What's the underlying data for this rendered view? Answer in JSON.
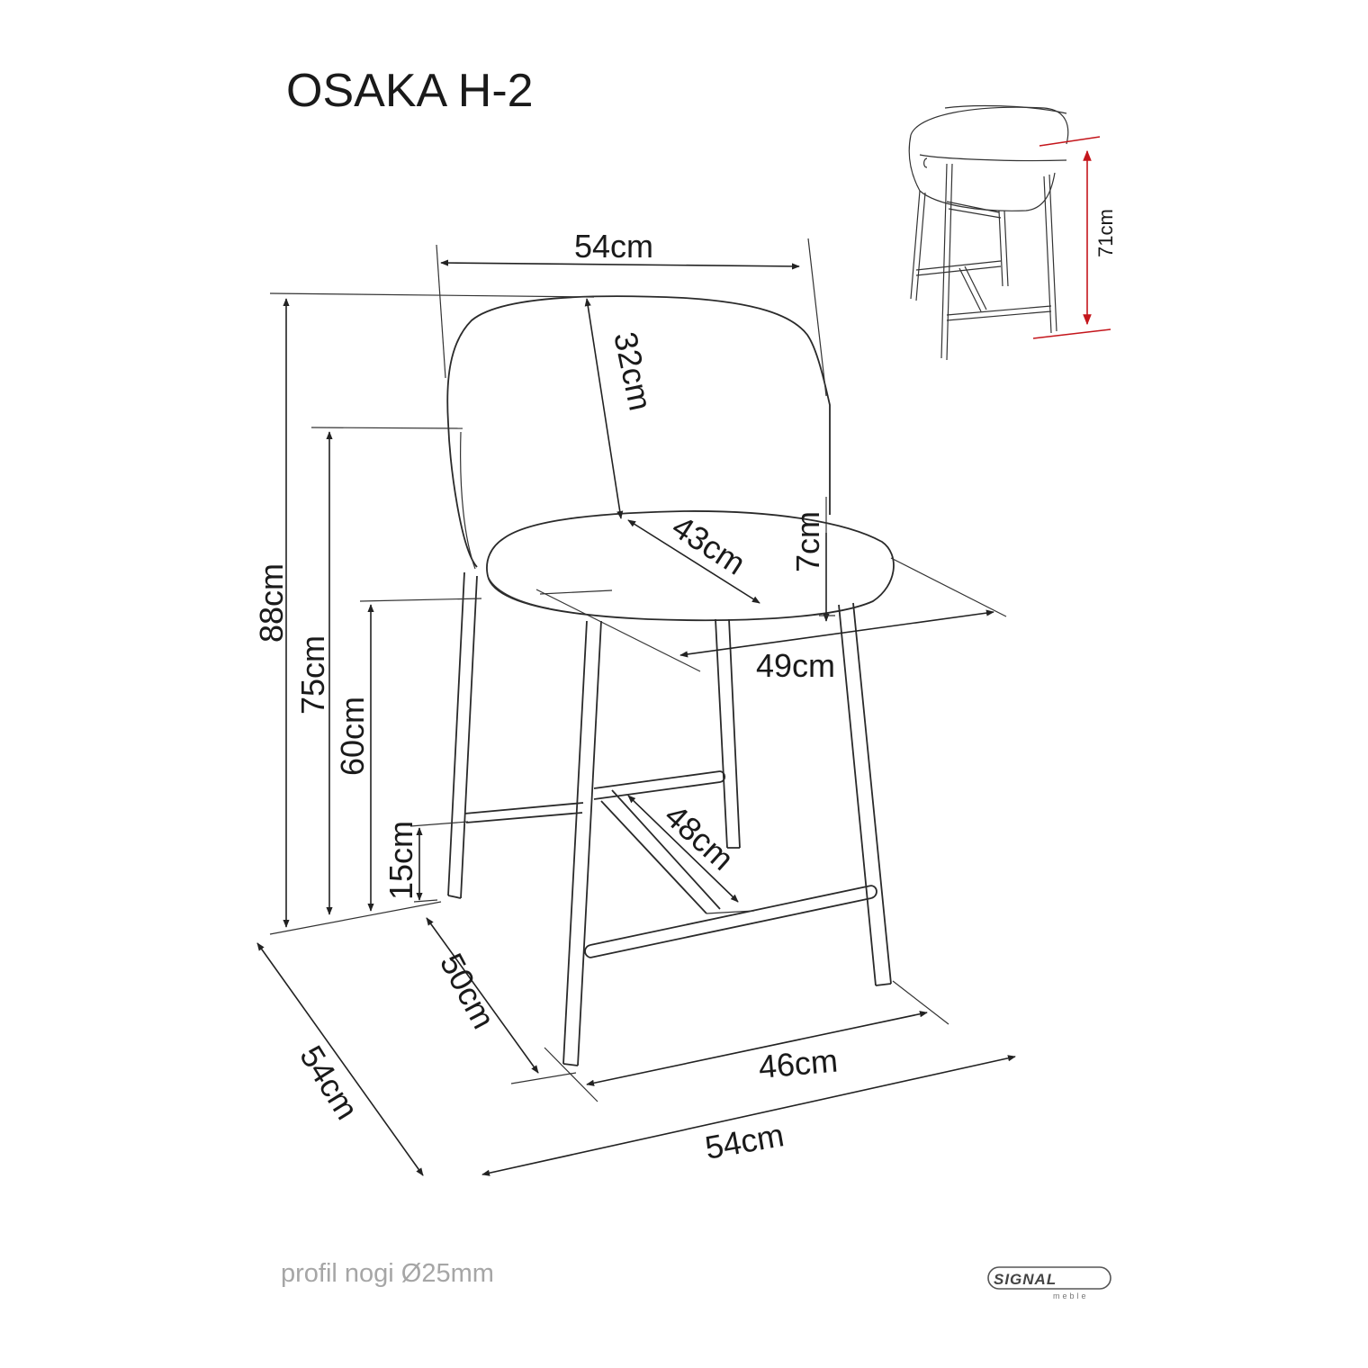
{
  "title": "OSAKA H-2",
  "dimensions": {
    "backrest_width": "54cm",
    "backrest_height": "32cm",
    "total_height": "88cm",
    "armrest_height": "75cm",
    "seat_height": "60cm",
    "footrest_height": "15cm",
    "seat_depth": "43cm",
    "seat_thickness": "7cm",
    "seat_width": "49cm",
    "footrest_depth": "48cm",
    "leg_depth": "50cm",
    "leg_width": "46cm",
    "base_depth": "54cm",
    "base_width": "54cm",
    "inset_height": "71cm"
  },
  "note": "profil nogi Ø25mm",
  "brand": {
    "name": "SIGNAL",
    "sub": "meble"
  },
  "colors": {
    "line": "#222222",
    "accent": "#c4161c",
    "note": "#a6a6a6"
  }
}
